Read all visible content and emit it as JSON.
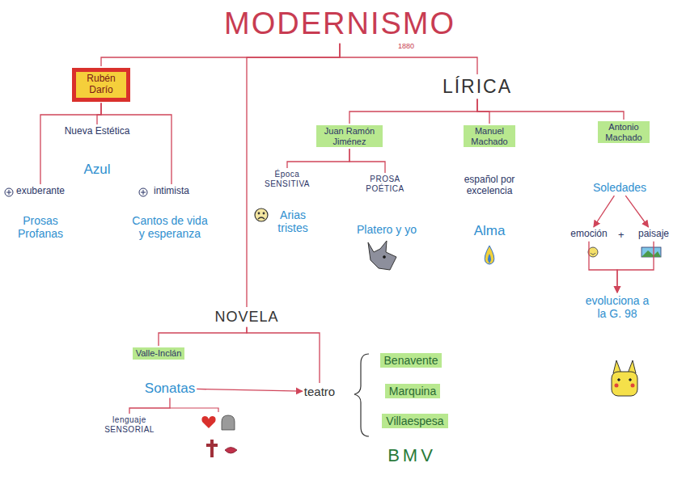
{
  "diagram": {
    "nodes": [
      {
        "text": [
          "MODERNISMO"
        ]
      },
      {
        "text": [
          "Rubén Darío"
        ]
      },
      {
        "text": [
          "Nueva Estética"
        ]
      },
      {
        "text": [
          "Azul"
        ]
      },
      {
        "text": [
          "exuberante"
        ]
      },
      {
        "text": [
          "Prosas Profanas"
        ]
      },
      {
        "text": [
          "intimista"
        ]
      },
      {
        "text": [
          "Cantos de vida y esperanza"
        ]
      },
      {
        "text": [
          "LÍRICA"
        ]
      },
      {
        "text": [
          "Juan Ramón Jiménez"
        ]
      },
      {
        "text": [
          "Época SENSITIVA"
        ]
      },
      {
        "text": [
          "Arias tristes"
        ]
      },
      {
        "text": [
          "PROSA POÉTICA"
        ]
      },
      {
        "text": [
          "Platero y yo"
        ]
      },
      {
        "text": [
          "Manuel Machado"
        ]
      },
      {
        "text": [
          "español por excelencia"
        ]
      },
      {
        "text": [
          "Alma"
        ]
      },
      {
        "text": [
          "Antonio Machado"
        ]
      },
      {
        "text": [
          "Soledades"
        ]
      },
      {
        "text": [
          "emoción"
        ]
      },
      {
        "text": [
          "paisaje"
        ]
      },
      {
        "text": [
          "evoluciona a la G. 98"
        ]
      },
      {
        "text": [
          "NOVELA"
        ]
      },
      {
        "text": [
          "Valle-Inclán"
        ]
      },
      {
        "text": [
          "Sonatas"
        ]
      },
      {
        "text": [
          "lenguaje SENSORIAL"
        ]
      },
      {
        "text": [
          "teatro"
        ]
      },
      {
        "text": [
          "Benavente"
        ]
      },
      {
        "text": [
          "Marquina"
        ]
      },
      {
        "text": [
          "Villaespesa"
        ]
      },
      {
        "text": [
          "BMV"
        ]
      }
    ],
    "edges": [
      {
        "from": 0,
        "to": 1,
        "arrow": "none"
      },
      {
        "from": 0,
        "to": 8,
        "arrow": "none"
      },
      {
        "from": 0,
        "to": 22,
        "arrow": "none"
      },
      {
        "from": 1,
        "to": 2,
        "arrow": "none"
      },
      {
        "from": 1,
        "to": 4,
        "arrow": "none"
      },
      {
        "from": 1,
        "to": 6,
        "arrow": "none"
      },
      {
        "from": 8,
        "to": 9,
        "arrow": "none"
      },
      {
        "from": 8,
        "to": 14,
        "arrow": "none"
      },
      {
        "from": 8,
        "to": 17,
        "arrow": "none"
      },
      {
        "from": 9,
        "to": 10,
        "arrow": "none"
      },
      {
        "from": 9,
        "to": 12,
        "arrow": "none"
      },
      {
        "from": 18,
        "to": 19,
        "arrow": "to"
      },
      {
        "from": 18,
        "to": 20,
        "arrow": "to"
      },
      {
        "from": 19,
        "to": 21,
        "arrow": "to"
      },
      {
        "from": 20,
        "to": 21,
        "arrow": "to"
      },
      {
        "from": 22,
        "to": 23,
        "arrow": "none"
      },
      {
        "from": 22,
        "to": 26,
        "arrow": "none"
      },
      {
        "from": 24,
        "to": 25,
        "arrow": "none"
      },
      {
        "from": 24,
        "to": 26,
        "arrow": "to"
      }
    ],
    "labels": [
      "1880",
      "+"
    ]
  }
}
